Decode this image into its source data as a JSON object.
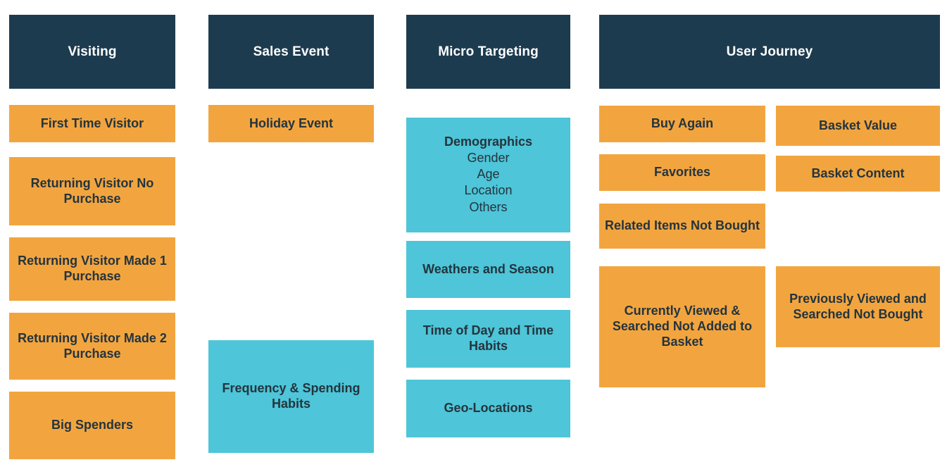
{
  "colors": {
    "header_bg": "#1d3b4f",
    "header_text": "#ffffff",
    "orange_bg": "#f2a53f",
    "teal_bg": "#4ec5d8",
    "body_text": "#24343d",
    "page_bg": "#ffffff"
  },
  "columns": [
    {
      "id": "visiting",
      "header": "Visiting",
      "items": [
        {
          "label": "First Time Visitor",
          "style": "orange"
        },
        {
          "label": "Returning Visitor No Purchase",
          "style": "orange"
        },
        {
          "label": "Returning Visitor Made  1 Purchase",
          "style": "orange"
        },
        {
          "label": "Returning Visitor Made  2 Purchase",
          "style": "orange"
        },
        {
          "label": "Big Spenders",
          "style": "orange"
        }
      ]
    },
    {
      "id": "sales-event",
      "header": "Sales Event",
      "items": [
        {
          "label": "Holiday Event",
          "style": "orange"
        },
        {
          "label": "Frequency & Spending Habits",
          "style": "teal"
        }
      ]
    },
    {
      "id": "micro-targeting",
      "header": "Micro Targeting",
      "items": [
        {
          "label": "Demographics",
          "style": "teal",
          "sublabels": [
            "Gender",
            "Age",
            "Location",
            "Others"
          ]
        },
        {
          "label": "Weathers and Season",
          "style": "teal"
        },
        {
          "label": "Time of Day and Time Habits",
          "style": "teal"
        },
        {
          "label": "Geo-Locations",
          "style": "teal"
        }
      ]
    },
    {
      "id": "user-journey",
      "header": "User Journey",
      "left_items": [
        {
          "label": "Buy Again",
          "style": "orange"
        },
        {
          "label": "Favorites",
          "style": "orange"
        },
        {
          "label": "Related Items Not Bought",
          "style": "orange"
        },
        {
          "label": "Currently Viewed & Searched Not Added to Basket",
          "style": "orange"
        }
      ],
      "right_items": [
        {
          "label": "Basket Value",
          "style": "orange"
        },
        {
          "label": "Basket Content",
          "style": "orange"
        },
        {
          "label": "Previously Viewed and Searched Not Bought",
          "style": "orange"
        }
      ]
    }
  ]
}
